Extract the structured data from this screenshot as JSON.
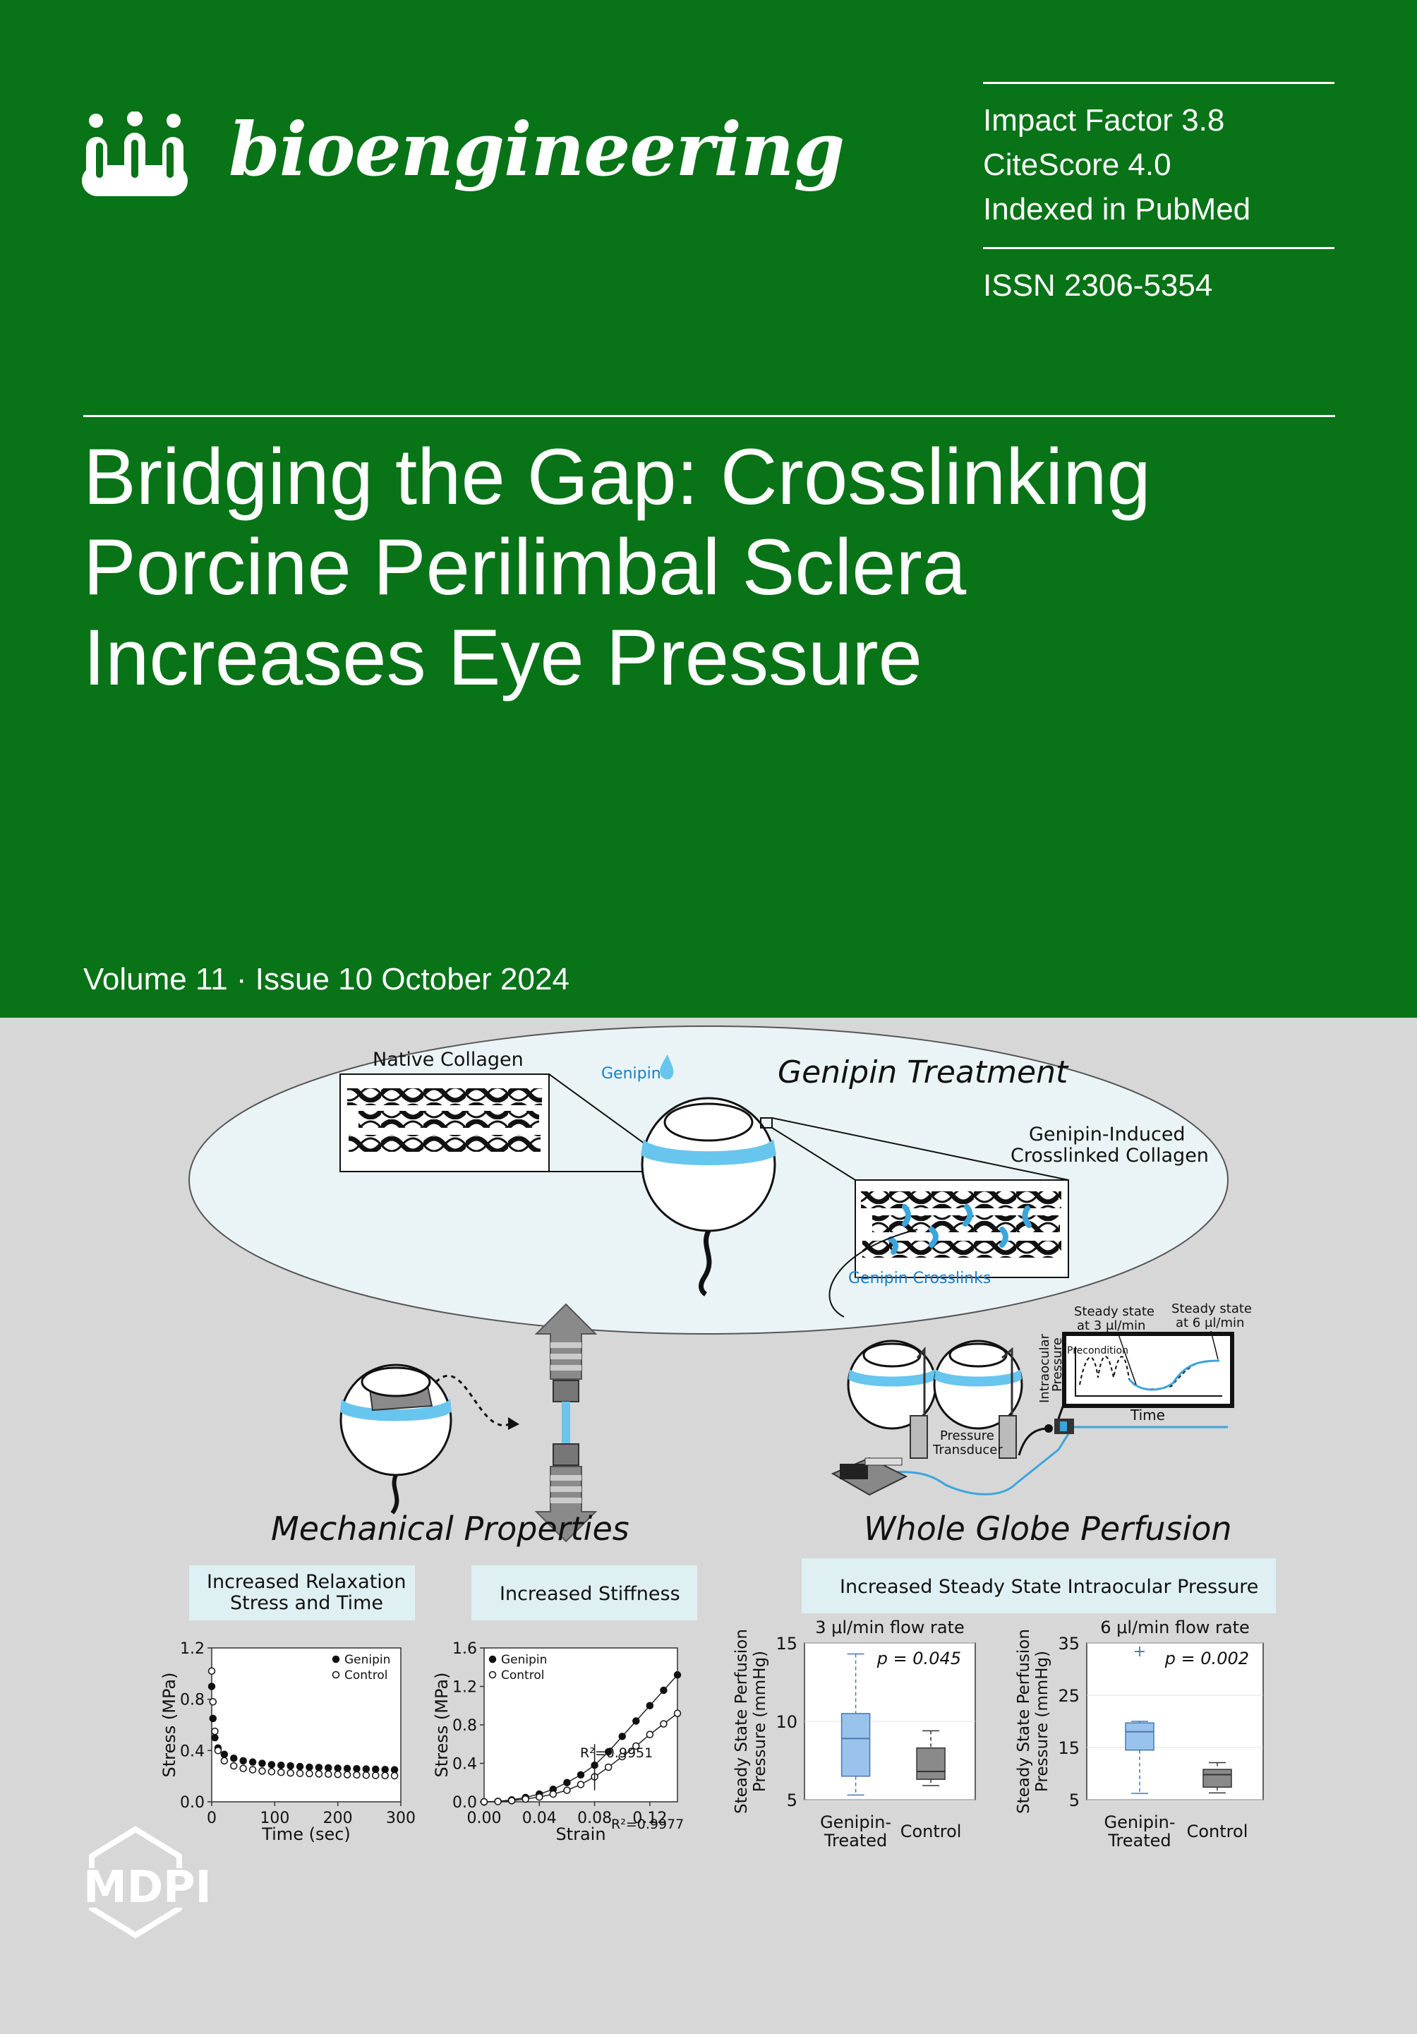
{
  "journal": {
    "name": "bioengineering"
  },
  "metrics": {
    "impact_factor": "Impact Factor 3.8",
    "citescore": "CiteScore 4.0",
    "indexed": "Indexed in PubMed",
    "issn": "ISSN 2306-5354"
  },
  "article": {
    "title_line1": "Bridging the Gap: Crosslinking",
    "title_line2": "Porcine Perilimbal Sclera",
    "title_line3": "Increases Eye Pressure"
  },
  "issue": {
    "volume_line": "Volume 11 · Issue 10 October 2024"
  },
  "publisher": {
    "name": "MDPI"
  },
  "colors": {
    "cover_green": "#087317",
    "panel_grey": "#d7d7d7",
    "genipin_blue": "#68c5ee",
    "ellipse_fill": "#eaf4f7",
    "box_blue": "#dff0f3",
    "boxplot_blue": "#9ac3ec",
    "boxplot_grey": "#8a8a8a"
  },
  "figure": {
    "top": {
      "native_collagen": "Native Collagen",
      "genipin": "Genipin",
      "genipin_treatment": "Genipin Treatment",
      "crosslinked_line1": "Genipin-Induced",
      "crosslinked_line2": "Crosslinked Collagen",
      "genipin_crosslinks": "Genipin Crosslinks"
    },
    "perfusion_setup": {
      "steady_3_line1": "Steady state",
      "steady_3_line2": "at 3 μl/min",
      "steady_6_line1": "Steady state",
      "steady_6_line2": "at 6 μl/min",
      "precondition": "Precondition",
      "y_label_line1": "Intraocular",
      "y_label_line2": "Pressure",
      "time": "Time",
      "transducer_line1": "Pressure",
      "transducer_line2": "Transducer"
    },
    "sections": {
      "mechanical": "Mechanical Properties",
      "perfusion": "Whole Globe Perfusion"
    },
    "boxes": {
      "relaxation_line1": "Increased Relaxation",
      "relaxation_line2": "Stress and Time",
      "stiffness": "Increased Stiffness",
      "iop": "Increased Steady State Intraocular Pressure"
    }
  },
  "chart_data": [
    {
      "type": "scatter",
      "ylabel": "Stress (MPa)",
      "xlabel": "Time (sec)",
      "xlim": [
        0,
        300
      ],
      "ylim": [
        0,
        1.2
      ],
      "xticks": [
        "0",
        "100",
        "200",
        "300"
      ],
      "yticks": [
        "0.0",
        "0.4",
        "0.8",
        "1.2"
      ],
      "legend_placement": "top-right",
      "series": [
        {
          "name": "Genipin",
          "marker": "filled",
          "x": [
            0,
            2,
            5,
            10,
            20,
            35,
            50,
            65,
            80,
            95,
            110,
            125,
            140,
            155,
            170,
            185,
            200,
            215,
            230,
            245,
            260,
            275,
            290
          ],
          "y": [
            0.9,
            0.65,
            0.5,
            0.42,
            0.37,
            0.34,
            0.32,
            0.31,
            0.3,
            0.29,
            0.285,
            0.28,
            0.275,
            0.27,
            0.268,
            0.265,
            0.262,
            0.26,
            0.258,
            0.256,
            0.254,
            0.252,
            0.25
          ]
        },
        {
          "name": "Control",
          "marker": "open",
          "x": [
            0,
            2,
            5,
            10,
            20,
            35,
            50,
            65,
            80,
            95,
            110,
            125,
            140,
            155,
            170,
            185,
            200,
            215,
            230,
            245,
            260,
            275,
            290
          ],
          "y": [
            1.02,
            0.78,
            0.55,
            0.4,
            0.32,
            0.28,
            0.26,
            0.25,
            0.24,
            0.235,
            0.23,
            0.225,
            0.222,
            0.22,
            0.218,
            0.216,
            0.214,
            0.212,
            0.21,
            0.208,
            0.206,
            0.205,
            0.204
          ]
        }
      ]
    },
    {
      "type": "scatter",
      "ylabel": "Stress (MPa)",
      "xlabel": "Strain",
      "xlim": [
        0,
        0.14
      ],
      "ylim": [
        0,
        1.6
      ],
      "xticks": [
        "0.00",
        "0.04",
        "0.08",
        "0.12"
      ],
      "yticks": [
        "0.0",
        "0.4",
        "0.8",
        "1.2",
        "1.6"
      ],
      "legend_placement": "top-left",
      "annotations": [
        "R²=0.9951",
        "R²=0.9977"
      ],
      "series": [
        {
          "name": "Genipin",
          "marker": "filled",
          "x": [
            0,
            0.01,
            0.02,
            0.03,
            0.04,
            0.05,
            0.06,
            0.07,
            0.08,
            0.09,
            0.1,
            0.11,
            0.12,
            0.13,
            0.14
          ],
          "y": [
            0,
            0.005,
            0.02,
            0.045,
            0.08,
            0.13,
            0.2,
            0.28,
            0.38,
            0.52,
            0.68,
            0.84,
            1.0,
            1.16,
            1.32
          ]
        },
        {
          "name": "Control",
          "marker": "open",
          "x": [
            0,
            0.01,
            0.02,
            0.03,
            0.04,
            0.05,
            0.06,
            0.07,
            0.08,
            0.09,
            0.1,
            0.11,
            0.12,
            0.13,
            0.14
          ],
          "y": [
            0,
            0.003,
            0.012,
            0.028,
            0.05,
            0.08,
            0.12,
            0.18,
            0.26,
            0.36,
            0.47,
            0.58,
            0.7,
            0.81,
            0.92
          ]
        }
      ]
    },
    {
      "type": "box",
      "title": "3 μl/min flow rate",
      "ylabel": "Steady State Perfusion Pressure (mmHg)",
      "ylim": [
        5,
        15
      ],
      "yticks": [
        "5",
        "10",
        "15"
      ],
      "annotation": "p = 0.045",
      "categories": [
        "Genipin-Treated",
        "Control"
      ],
      "boxes": [
        {
          "min": 5.3,
          "q1": 6.5,
          "median": 8.9,
          "q3": 10.5,
          "max": 14.3
        },
        {
          "min": 5.9,
          "q1": 6.3,
          "median": 6.8,
          "q3": 8.3,
          "max": 9.4
        }
      ]
    },
    {
      "type": "box",
      "title": "6 μl/min flow rate",
      "ylabel": "Steady State Perfusion Pressure (mmHg)",
      "ylim": [
        5,
        35
      ],
      "yticks": [
        "5",
        "15",
        "25",
        "35"
      ],
      "annotation": "p = 0.002",
      "categories": [
        "Genipin-Treated",
        "Control"
      ],
      "boxes": [
        {
          "min": 6.2,
          "q1": 14.5,
          "median": 18.0,
          "q3": 19.7,
          "max": 20.0,
          "outlier": 33.5
        },
        {
          "min": 6.3,
          "q1": 7.4,
          "median": 9.8,
          "q3": 10.8,
          "max": 12.1
        }
      ]
    }
  ]
}
